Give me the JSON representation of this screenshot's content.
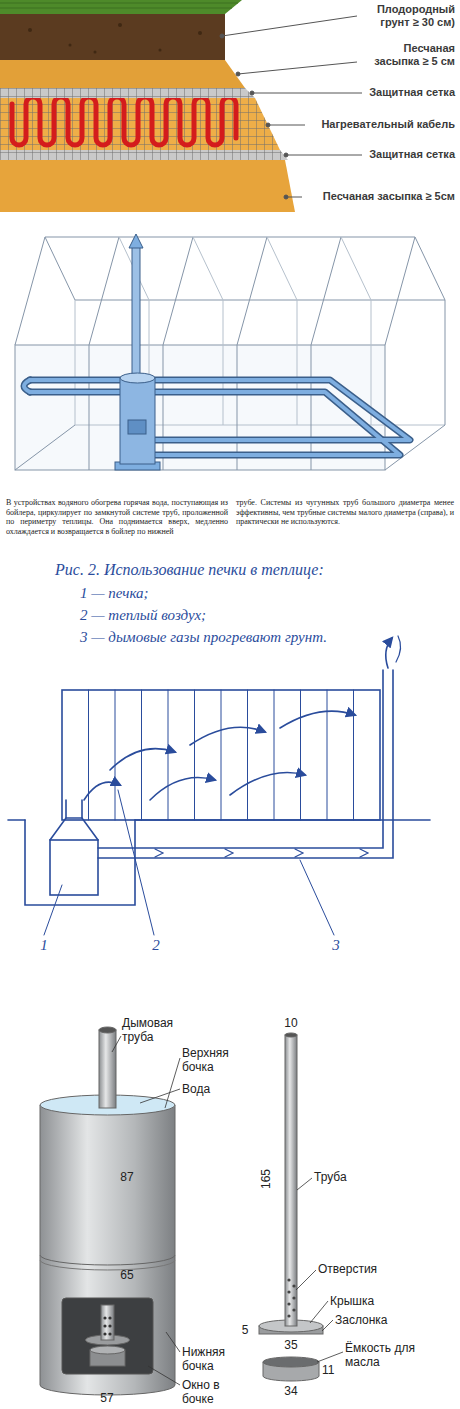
{
  "diagram": {
    "labels": [
      "Плодородный грунт ≥ 30 см)",
      "Песчаная засыпка ≥ 5 см",
      "Защитная сетка",
      "Нагревательный кабель",
      "Защитная сетка",
      "Песчаная засыпка ≥ 5см",
      "В устройствах водяного обогрева горячая вода, поступающая из бойлера, циркулирует по замкнутой системе труб, проложенной по периметру теплицы. Она поднимается вверх, медленно охлаждается и возвращается в бойлер по нижней",
      "трубе. Системы из чугунных труб большого диаметра менее эффективны, чем трубные системы малого диаметра (справа), и практически не используются.",
      "Рис. 2. Использование печки в теплице:",
      "1 — печка;",
      "2 — теплый воздух;",
      "3 — дымовые газы прогревают грунт.",
      "1",
      "2",
      "3",
      "Дымовая труба",
      "Верхняя бочка",
      "Вода",
      "87",
      "65",
      "57",
      "Нижняя бочка",
      "Окно в бочке",
      "10",
      "165",
      "Труба",
      "Отверстия",
      "Крышка",
      "Заслонка",
      "5",
      "35",
      "Ёмкость для масла",
      "11",
      "34"
    ]
  }
}
